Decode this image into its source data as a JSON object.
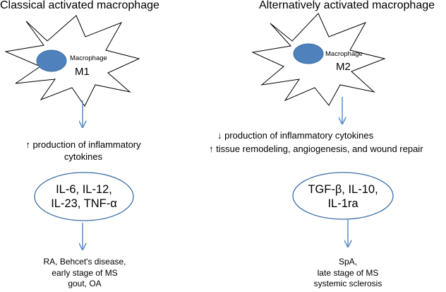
{
  "left": {
    "title": "Classical activated macrophage",
    "cell_label": "Macrophage",
    "cell_type": "M1",
    "effect_lines": [
      "↑ production of inflammatory",
      "cytokines"
    ],
    "cytokine_lines": [
      "IL-6, IL-12,",
      "IL-23, TNF-α"
    ],
    "disease_lines": [
      "RA, Behcet's disease,",
      "early stage of MS",
      "gout, OA"
    ]
  },
  "right": {
    "title": "Alternatively activated macrophage",
    "cell_label": "Macrophage",
    "cell_type": "M2",
    "effect_lines": [
      "↓ production of inflammatory cytokines",
      "↑ tissue remodeling, angiogenesis, and wound repair"
    ],
    "cytokine_lines": [
      "TGF-β, IL-10,",
      "IL-1ra"
    ],
    "disease_lines": [
      "SpA,",
      "late stage of MS",
      "systemic sclerosis"
    ]
  },
  "colors": {
    "nucleus_fill": "#4f81bd",
    "nucleus_stroke": "#3a6ea5",
    "arrow": "#5b8ec7",
    "oval_stroke": "#3a6ea5"
  }
}
